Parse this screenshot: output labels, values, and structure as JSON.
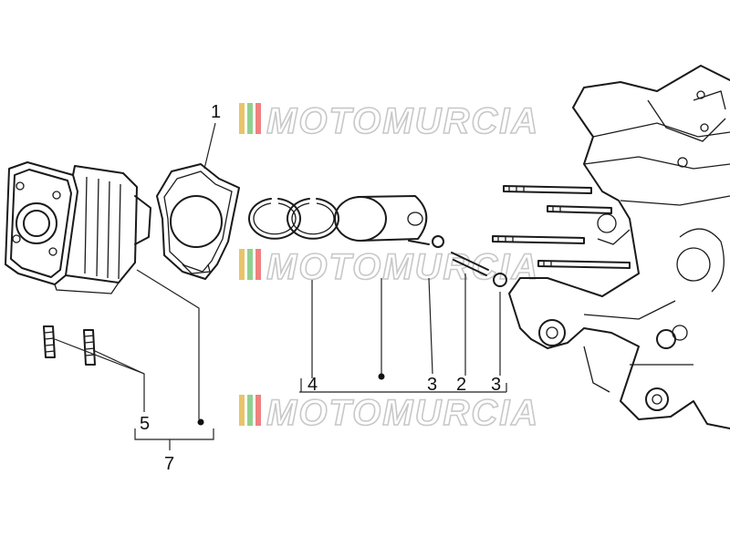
{
  "watermark": {
    "text": "MOTOMURCIA",
    "colors": [
      "#e9c46a",
      "#8fd18f",
      "#f08080"
    ]
  },
  "callouts": [
    {
      "id": "c1",
      "label": "1"
    },
    {
      "id": "c4",
      "label": "4"
    },
    {
      "id": "c3a",
      "label": "3"
    },
    {
      "id": "c2",
      "label": "2"
    },
    {
      "id": "c3b",
      "label": "3"
    },
    {
      "id": "c5",
      "label": "5"
    },
    {
      "id": "c7",
      "label": "7"
    }
  ]
}
